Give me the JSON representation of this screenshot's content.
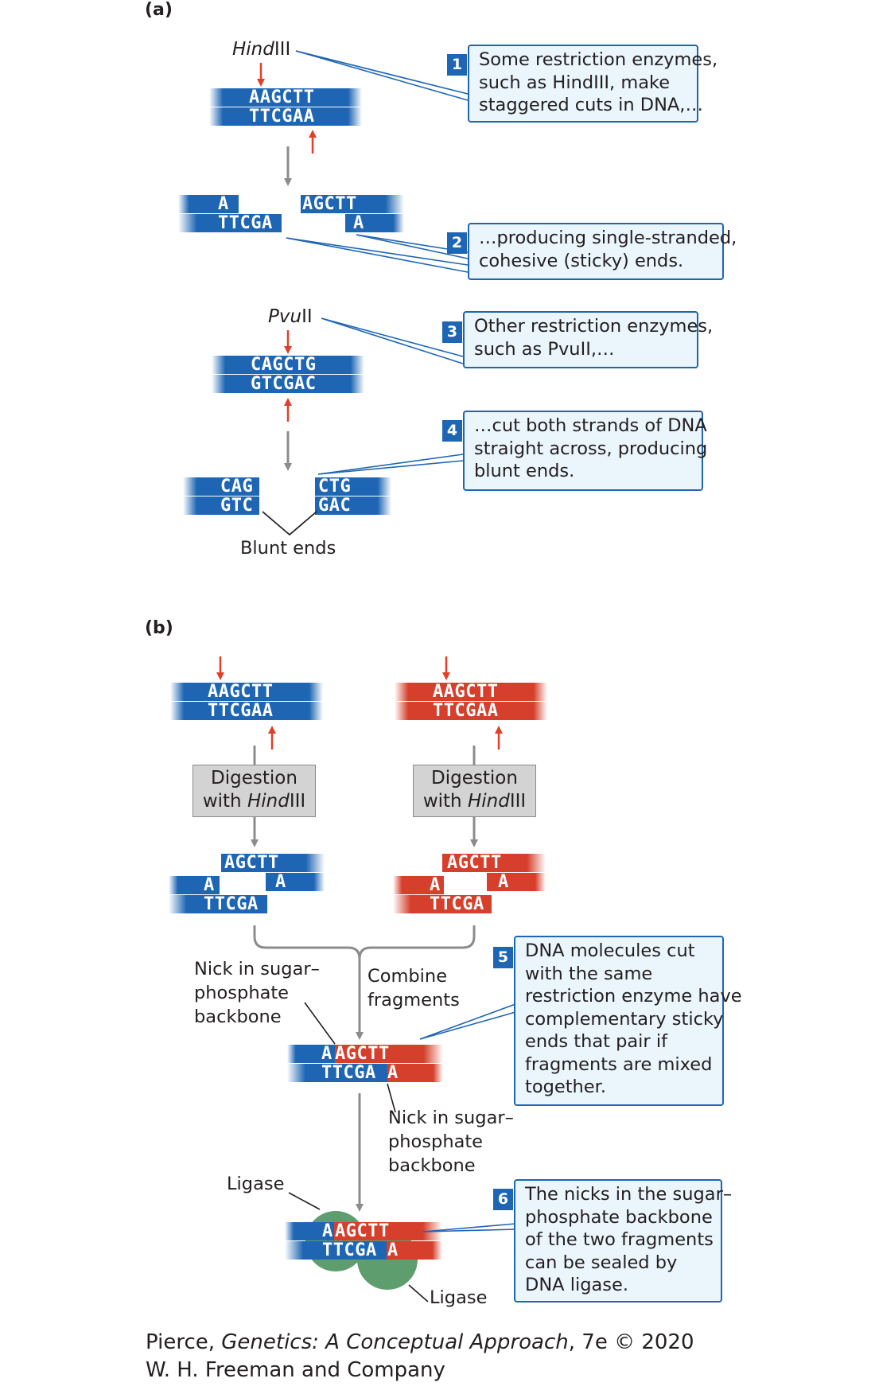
{
  "panels": {
    "a": {
      "label": "(a)"
    },
    "b": {
      "label": "(b)"
    }
  },
  "enzymes": {
    "hindiii_prefix": "Hind",
    "hindiii_suffix": "III",
    "pvuii_prefix": "Pvu",
    "pvuii_suffix": "II"
  },
  "sequences": {
    "hind_site_top": "AAGCTT",
    "hind_site_bottom": "TTCGAA",
    "hind_left_top": "A",
    "hind_left_bottom": "TTCGA",
    "hind_right_top": "AGCTT",
    "hind_right_bottom": "A",
    "pvu_site_top": "CAGCTG",
    "pvu_site_bottom": "GTCGAC",
    "pvu_left_top": "CAG",
    "pvu_left_bottom": "GTC",
    "pvu_right_top": "CTG",
    "pvu_right_bottom": "GAC",
    "joined_top_blue": "A",
    "joined_top_red": "AGCTT",
    "joined_bottom_blue": "TTCGA",
    "joined_bottom_red": "A"
  },
  "labels": {
    "blunt_ends": "Blunt ends",
    "digestion_line1": "Digestion",
    "digestion_line2_prefix": "with ",
    "combine_line1": "Combine",
    "combine_line2": "fragments",
    "nick_top": [
      "Nick in sugar–",
      "phosphate",
      "backbone"
    ],
    "nick_bottom": [
      "Nick in sugar–",
      "phosphate",
      "backbone"
    ],
    "ligase_left": "Ligase",
    "ligase_right": "Ligase"
  },
  "callouts": [
    {
      "number": "1",
      "lines": [
        "Some restriction enzymes,",
        "such as HindIII, make",
        "staggered cuts in DNA,…"
      ]
    },
    {
      "number": "2",
      "lines": [
        "…producing single-stranded,",
        "cohesive (sticky) ends."
      ]
    },
    {
      "number": "3",
      "lines": [
        "Other restriction enzymes,",
        "such as PvuII,…"
      ]
    },
    {
      "number": "4",
      "lines": [
        "…cut both strands of DNA",
        "straight across, producing",
        "blunt ends."
      ]
    },
    {
      "number": "5",
      "lines": [
        "DNA molecules cut",
        "with the same",
        "restriction enzyme have",
        "complementary sticky",
        "ends that pair if",
        "fragments are mixed",
        "together."
      ]
    },
    {
      "number": "6",
      "lines": [
        "The nicks in the sugar–",
        "phosphate backbone",
        "of the two fragments",
        "can be sealed by",
        "DNA ligase."
      ]
    }
  ],
  "credit": {
    "prefix": "Pierce, ",
    "title": "Genetics: A Conceptual Approach",
    "suffix": ", 7e © 2020",
    "line2": "W. H. Freeman and Company"
  },
  "colors": {
    "dna_blue": "#1e66b4",
    "dna_red": "#d53f2b",
    "arrow_red": "#e0402a",
    "flow_gray": "#8c8c8c",
    "ligase_green": "#5e9e6e",
    "callout_fill": "#eaf5fc",
    "callout_border": "#1e66b4"
  }
}
